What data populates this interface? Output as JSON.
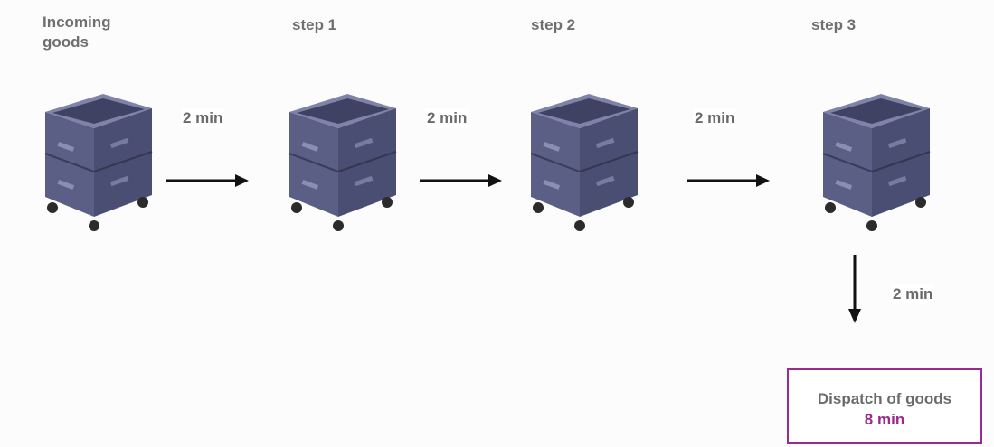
{
  "stages": [
    {
      "label": "Incoming goods"
    },
    {
      "label": "step 1"
    },
    {
      "label": "step 2"
    },
    {
      "label": "step 3"
    }
  ],
  "transitions": [
    {
      "time": "2 min"
    },
    {
      "time": "2 min"
    },
    {
      "time": "2 min"
    },
    {
      "time": "2 min"
    }
  ],
  "dispatch": {
    "label": "Dispatch of goods",
    "total_time": "8 min"
  },
  "colors": {
    "cart_body": "#5b5f86",
    "accent": "#9b2a8e",
    "text": "#6a6a6a"
  }
}
